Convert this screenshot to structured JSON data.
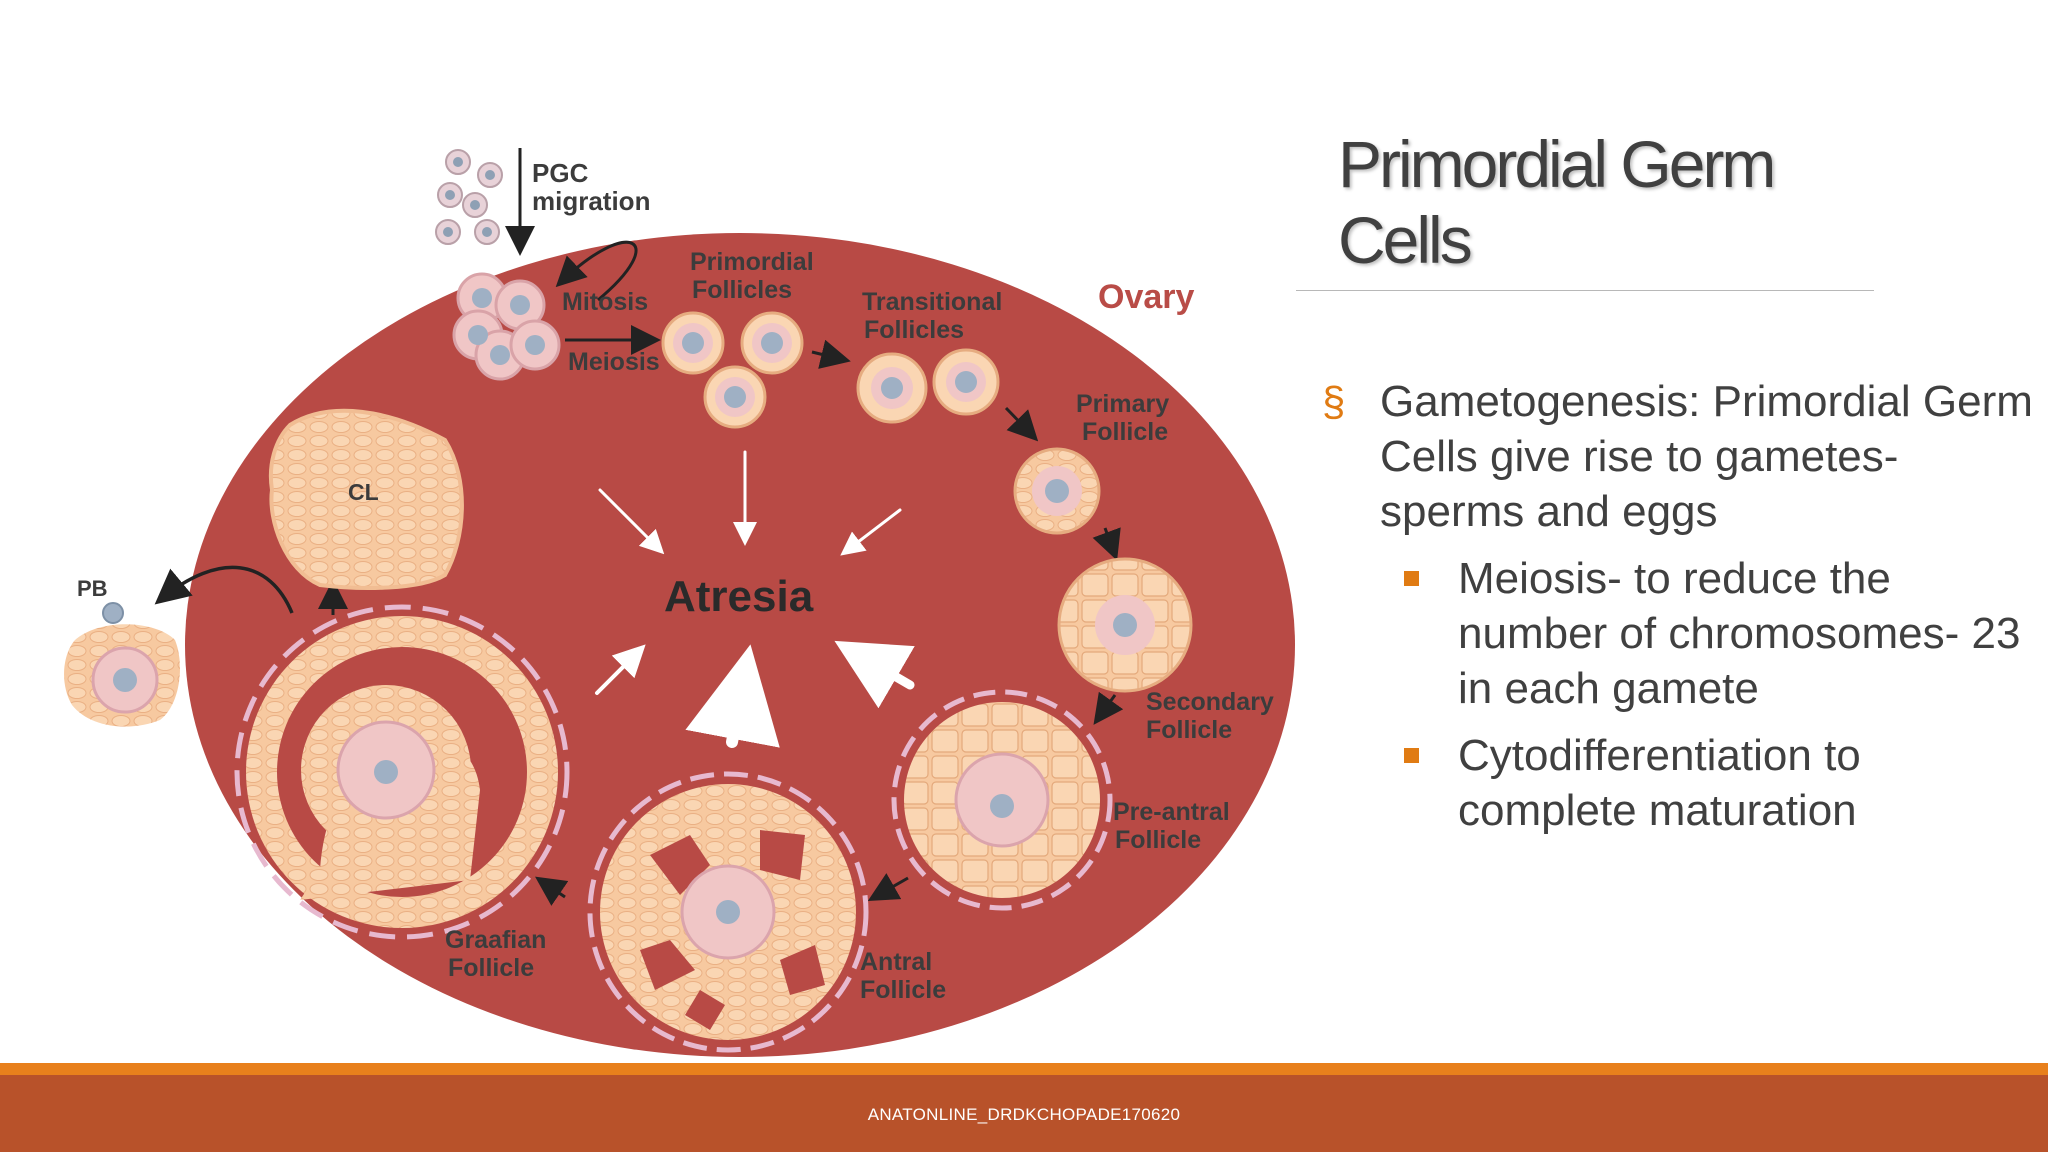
{
  "slide": {
    "title": "Primordial Germ Cells",
    "bullets": [
      {
        "text": "Gametogenesis: Primordial Germ Cells give rise to gametes- sperms and eggs",
        "marker": "§",
        "sub": [
          "Meiosis- to reduce the number of chromosomes- 23 in each gamete",
          "Cytodifferentiation to complete maturation"
        ]
      }
    ],
    "footer": "ANATONLINE_DRDKCHOPADE170620"
  },
  "diagram": {
    "labels": {
      "pgc_line1": "PGC",
      "pgc_line2": "migration",
      "mitosis": "Mitosis",
      "meiosis": "Meiosis",
      "primordial1": "Primordial",
      "primordial2": "Follicles",
      "transitional1": "Transitional",
      "transitional2": "Follicles",
      "ovary": "Ovary",
      "primary1": "Primary",
      "primary2": "Follicle",
      "secondary1": "Secondary",
      "secondary2": "Follicle",
      "preantral1": "Pre-antral",
      "preantral2": "Follicle",
      "antral1": "Antral",
      "antral2": "Follicle",
      "graafian1": "Graafian",
      "graafian2": "Follicle",
      "cl": "CL",
      "pb": "PB",
      "atresia": "Atresia"
    },
    "colors": {
      "ovary": "#b84a45",
      "granulosa": "#f7c9a0",
      "oocyte": "#f0c6c6",
      "nucleus": "#9fb0c4",
      "accent": "#e07b13"
    }
  }
}
